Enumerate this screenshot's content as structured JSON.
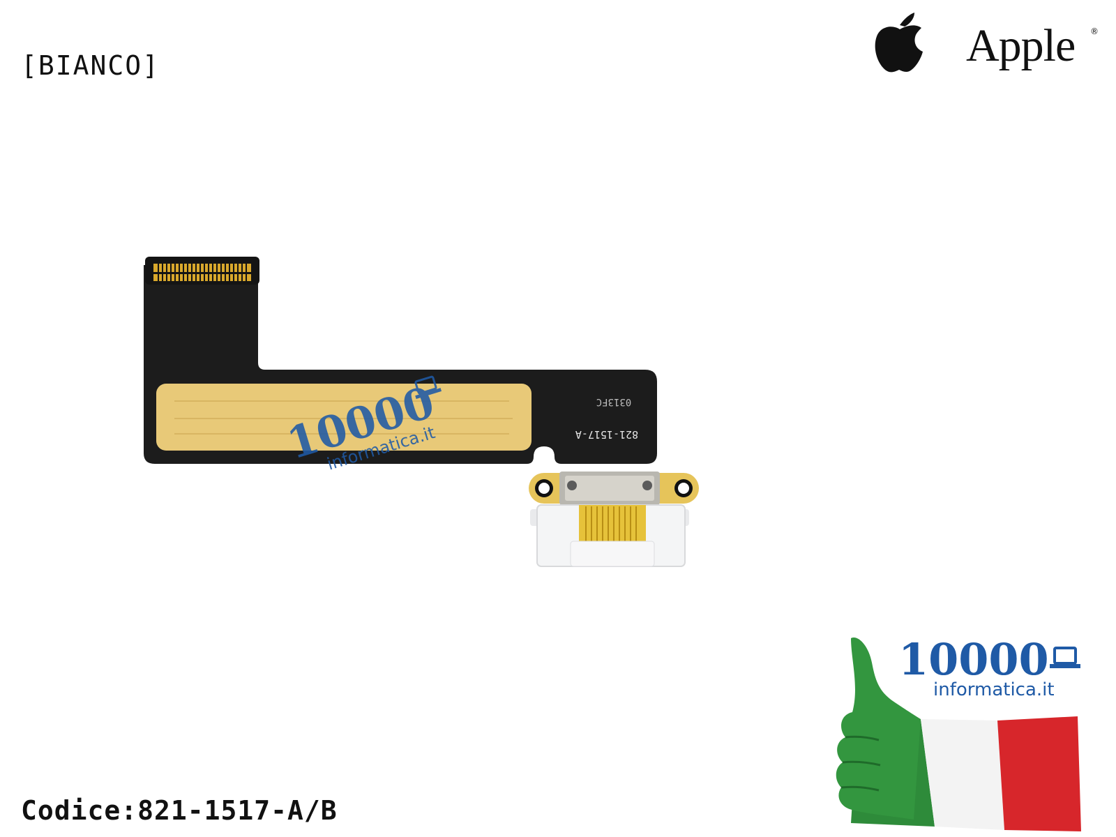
{
  "variant_label": "[BIANCO]",
  "product_code": "Codice:821-1517-A/B",
  "brand": {
    "name": "Apple",
    "registered_mark": "®"
  },
  "board": {
    "part_marking": "821-1517-A",
    "date_marking": "0313FC"
  },
  "watermark": {
    "number": "10000",
    "domain": "informatica.it"
  },
  "seller_badge": {
    "number": "10000",
    "domain": "informatica.it"
  },
  "colors": {
    "flex_body": "#1c1c1c",
    "stiffener": "#e8c978",
    "contacts": "#d9a82c",
    "connector_body": "#f4f5f6",
    "brand_blue": "#1f5aa6",
    "flag_green": "#2e8b3a",
    "flag_red": "#d7262b"
  },
  "icons": [
    "apple-icon",
    "laptop-icon",
    "thumbs-up-icon"
  ]
}
